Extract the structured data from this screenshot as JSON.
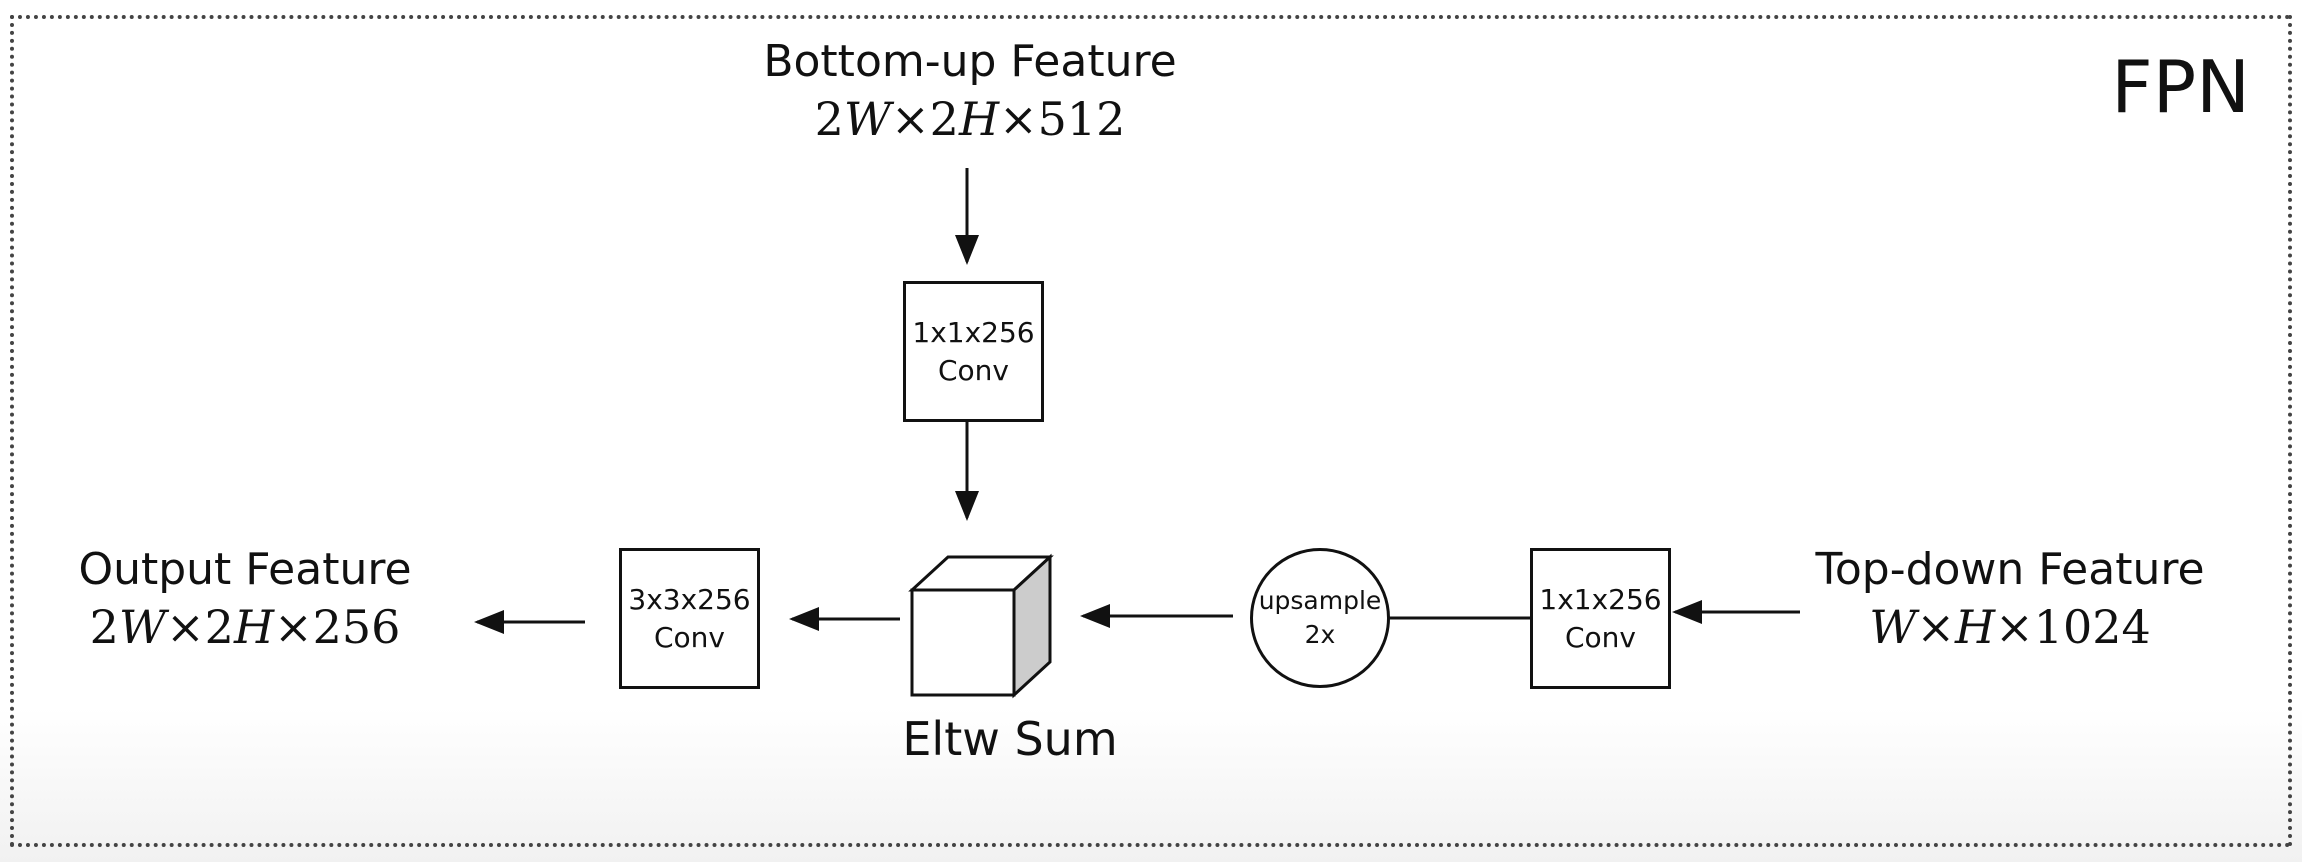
{
  "diagram": {
    "title": "FPN",
    "bottom_up": {
      "name": "Bottom-up Feature",
      "dims": {
        "a": "2",
        "w": "W",
        "b": "×2",
        "h": "H",
        "c": "×512"
      }
    },
    "top_down": {
      "name": "Top-down Feature",
      "dims": {
        "a": "",
        "w": "W",
        "b": "×",
        "h": "H",
        "c": "×1024"
      }
    },
    "output": {
      "name": "Output Feature",
      "dims": {
        "a": "2",
        "w": "W",
        "b": "×2",
        "h": "H",
        "c": "×256"
      }
    },
    "conv_lateral": {
      "line1": "1x1x256",
      "line2": "Conv"
    },
    "conv_topdown": {
      "line1": "1x1x256",
      "line2": "Conv"
    },
    "conv_output": {
      "line1": "3x3x256",
      "line2": "Conv"
    },
    "upsample": {
      "line1": "upsample",
      "line2": "2x"
    },
    "eltw_sum": "Eltw Sum",
    "colors": {
      "stroke": "#111111",
      "cube_side": "#cccccc",
      "frame": "#444444"
    }
  }
}
